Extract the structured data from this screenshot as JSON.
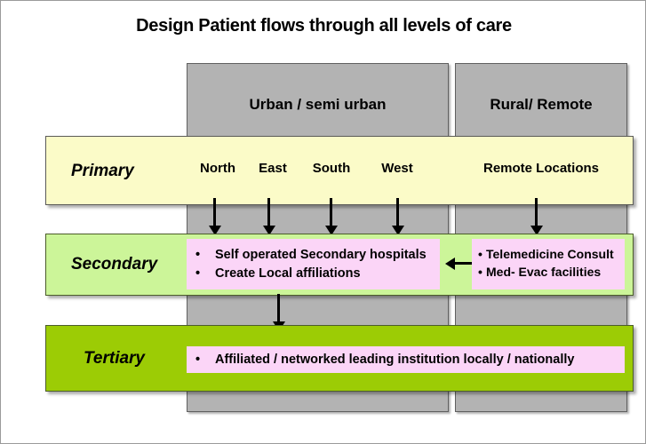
{
  "title": "Design Patient flows through all levels of care",
  "columns": [
    {
      "id": "urban",
      "label": "Urban / semi urban"
    },
    {
      "id": "rural",
      "label": "Rural/ Remote"
    }
  ],
  "levels": [
    {
      "id": "primary",
      "label": "Primary",
      "color": "#fbfbc8"
    },
    {
      "id": "secondary",
      "label": "Secondary",
      "color": "#ccf599"
    },
    {
      "id": "tertiary",
      "label": "Tertiary",
      "color": "#9ccc05"
    }
  ],
  "primary_sites": {
    "urban": [
      "North",
      "East",
      "South",
      "West"
    ],
    "rural": [
      "Remote Locations"
    ]
  },
  "secondary_urban": {
    "items": [
      {
        "bullet": "•",
        "text": "Self operated Secondary hospitals"
      },
      {
        "bullet": "•",
        "text": "Create Local affiliations"
      }
    ]
  },
  "secondary_rural": {
    "items": [
      {
        "bullet": "•",
        "text": "Telemedicine Consult"
      },
      {
        "bullet": "•",
        "text": "Med- Evac facilities"
      }
    ]
  },
  "tertiary": {
    "items": [
      {
        "bullet": "•",
        "text": "Affiliated / networked leading institution locally / nationally"
      }
    ]
  },
  "arrows": [
    {
      "name": "arrow-primary-north-to-secondary",
      "direction": "down"
    },
    {
      "name": "arrow-primary-east-to-secondary",
      "direction": "down"
    },
    {
      "name": "arrow-primary-south-to-secondary",
      "direction": "down"
    },
    {
      "name": "arrow-primary-west-to-secondary",
      "direction": "down"
    },
    {
      "name": "arrow-primary-remote-to-secondary",
      "direction": "down"
    },
    {
      "name": "arrow-rural-to-urban-secondary",
      "direction": "left"
    },
    {
      "name": "arrow-secondary-to-tertiary",
      "direction": "down"
    }
  ],
  "palette": {
    "column_gray": "#b3b3b3",
    "primary_yellow": "#fbfbc8",
    "secondary_green": "#ccf599",
    "tertiary_green": "#9ccc05",
    "content_pink": "#fbd5f7",
    "arrow_black": "#000000"
  }
}
